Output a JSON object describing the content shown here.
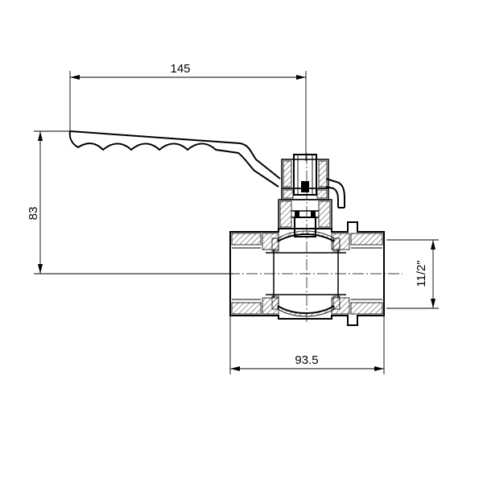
{
  "dimensions": {
    "handle_length": "145",
    "handle_height": "83",
    "body_length": "93.5",
    "thread_size": "11/2\""
  }
}
